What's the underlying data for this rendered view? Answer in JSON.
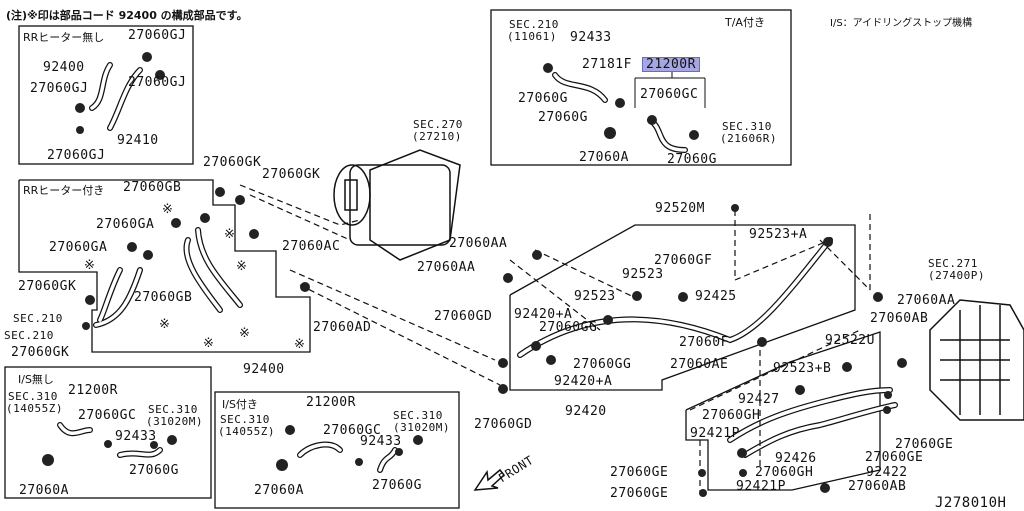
{
  "header": {
    "note": "(注)※印は部品コード 92400 の構成部品です。",
    "legend_is": "I/S：アイドリングストップ機構"
  },
  "diagram_id": "J278010H",
  "highlight_color": "#a6a6e3",
  "boxes": {
    "rr_heater_none": {
      "title": "RRヒーター無し",
      "labels": [
        "27060GJ",
        "92400",
        "27060GJ",
        "27060GJ",
        "92410",
        "27060GJ"
      ]
    },
    "ta_equipped": {
      "title": "T/A付き",
      "labels": [
        "SEC.210",
        "(11061)",
        "92433",
        "27181F",
        "21200R",
        "27060G",
        "27060GC",
        "27060G",
        "SEC.310",
        "(21606R)",
        "27060A",
        "27060G"
      ]
    },
    "rr_heater_with": {
      "title": "RRヒーター付き",
      "labels": [
        "27060GB",
        "27060GA",
        "27060GA",
        "27060GK",
        "SEC.210",
        "SEC.210",
        "27060GK",
        "27060GB",
        "27060AD",
        "92400"
      ]
    },
    "is_none": {
      "title": "I/S無し",
      "labels": [
        "SEC.310",
        "(14055Z)",
        "21200R",
        "27060GC",
        "SEC.310",
        "(31020M)",
        "92433",
        "27060A",
        "27060G"
      ]
    },
    "is_with": {
      "title": "I/S付き",
      "labels": [
        "21200R",
        "SEC.310",
        "(14055Z)",
        "27060GC",
        "SEC.310",
        "(31020M)",
        "92433",
        "27060A",
        "27060G"
      ]
    }
  },
  "main_labels": {
    "gk1": "27060GK",
    "gk2": "27060GK",
    "ac": "27060AC",
    "sec270": "SEC.270",
    "sec270_part": "(27210)",
    "aa1": "27060AA",
    "aa2": "27060AA",
    "m92520": "92520M",
    "p92523a": "92523+A",
    "gf": "27060GF",
    "p92523_1": "92523",
    "p92523_2": "92523",
    "p92425": "92425",
    "gd1": "27060GD",
    "p92420a1": "92420+A",
    "gg1": "27060GG",
    "f": "27060F",
    "gg2": "27060GG",
    "ae": "27060AE",
    "p92420a2": "92420+A",
    "p92420": "92420",
    "gd2": "27060GD",
    "sec271": "SEC.271",
    "sec271_part": "(27400P)",
    "aa3": "27060AA",
    "ab1": "27060AB",
    "p92522u": "92522U",
    "p92523b": "92523+B",
    "p92427": "92427",
    "gh1": "27060GH",
    "p92421p1": "92421P",
    "p92426": "92426",
    "gh2": "27060GH",
    "ge1": "27060GE",
    "ge2": "27060GE",
    "ge3": "27060GE",
    "ge4": "27060GE",
    "p92422": "92422",
    "p92421p2": "92421P",
    "ab2": "27060AB",
    "front": "FRONT"
  }
}
